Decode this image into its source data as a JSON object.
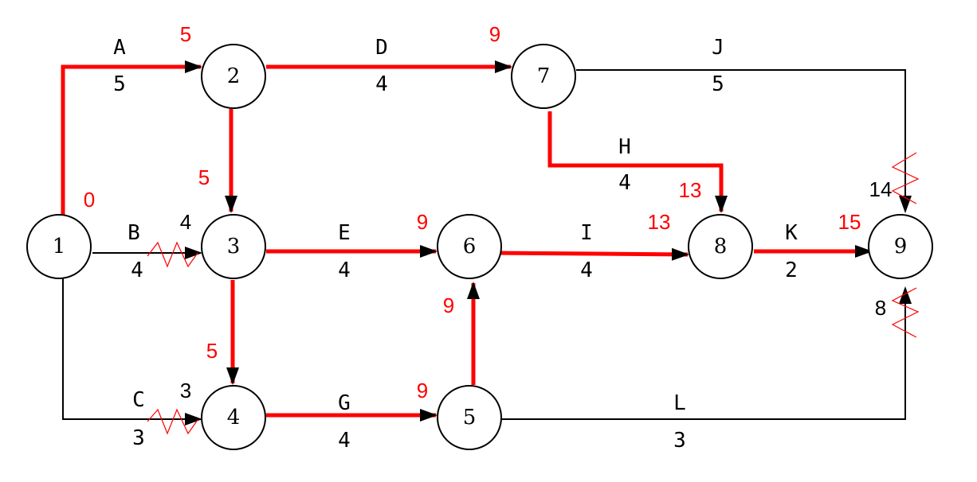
{
  "colors": {
    "critical": "#ff0000",
    "normal": "#000000",
    "annotation_red": "#ff0000",
    "annotation_black": "#000000"
  },
  "nodes": [
    {
      "id": "1",
      "label": "1"
    },
    {
      "id": "2",
      "label": "2"
    },
    {
      "id": "3",
      "label": "3"
    },
    {
      "id": "4",
      "label": "4"
    },
    {
      "id": "5",
      "label": "5"
    },
    {
      "id": "6",
      "label": "6"
    },
    {
      "id": "7",
      "label": "7"
    },
    {
      "id": "8",
      "label": "8"
    },
    {
      "id": "9",
      "label": "9"
    }
  ],
  "activities": [
    {
      "name": "A",
      "duration": "5",
      "from": "1",
      "to": "2",
      "critical": true
    },
    {
      "name": "B",
      "duration": "4",
      "from": "1",
      "to": "3",
      "critical": false
    },
    {
      "name": "C",
      "duration": "3",
      "from": "1",
      "to": "4",
      "critical": false
    },
    {
      "name": "D",
      "duration": "4",
      "from": "2",
      "to": "7",
      "critical": true
    },
    {
      "name": "E",
      "duration": "4",
      "from": "3",
      "to": "6",
      "critical": true
    },
    {
      "name": "G",
      "duration": "4",
      "from": "4",
      "to": "5",
      "critical": true
    },
    {
      "name": "H",
      "duration": "4",
      "from": "7",
      "to": "8",
      "critical": true
    },
    {
      "name": "I",
      "duration": "4",
      "from": "6",
      "to": "8",
      "critical": true
    },
    {
      "name": "J",
      "duration": "5",
      "from": "7",
      "to": "9",
      "critical": false
    },
    {
      "name": "K",
      "duration": "2",
      "from": "8",
      "to": "9",
      "critical": true
    },
    {
      "name": "L",
      "duration": "3",
      "from": "5",
      "to": "9",
      "critical": false
    }
  ],
  "dummies": [
    {
      "from": "2",
      "to": "3",
      "critical": true
    },
    {
      "from": "3",
      "to": "4",
      "critical": true
    },
    {
      "from": "5",
      "to": "6",
      "critical": true
    }
  ],
  "time_annotations": [
    {
      "id": "t-node1",
      "text": "0",
      "color": "red"
    },
    {
      "id": "t-node2",
      "text": "5",
      "color": "red"
    },
    {
      "id": "t-node7",
      "text": "9",
      "color": "red"
    },
    {
      "id": "t-dummy23",
      "text": "5",
      "color": "red"
    },
    {
      "id": "t-b-in",
      "text": "4",
      "color": "black"
    },
    {
      "id": "t-node6",
      "text": "9",
      "color": "red"
    },
    {
      "id": "t-h-in",
      "text": "13",
      "color": "red"
    },
    {
      "id": "t-i-in",
      "text": "13",
      "color": "red"
    },
    {
      "id": "t-j-in",
      "text": "14",
      "color": "black"
    },
    {
      "id": "t-node9",
      "text": "15",
      "color": "red"
    },
    {
      "id": "t-dummy56",
      "text": "9",
      "color": "red"
    },
    {
      "id": "t-l-in",
      "text": "8",
      "color": "black"
    },
    {
      "id": "t-dummy34",
      "text": "5",
      "color": "red"
    },
    {
      "id": "t-c-in",
      "text": "3",
      "color": "black"
    },
    {
      "id": "t-node5",
      "text": "9",
      "color": "red"
    }
  ]
}
